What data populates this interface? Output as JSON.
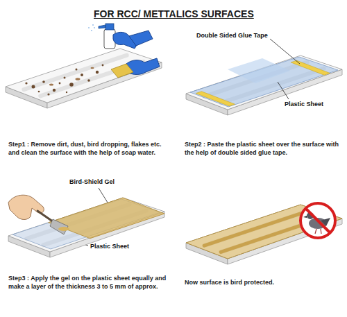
{
  "diagram": {
    "title": "FOR RCC/ METTALICS SURFACES",
    "labels": [
      "Step1 : Remove dirt, dust, bird dropping, flakes etc. and clean the surface with the help of soap water.",
      "Double Sided Glue Tape",
      "Plastic Sheet",
      "Step2 : Paste the plastic sheet over the surface with the help of double sided glue tape.",
      "Bird-Shield Gel",
      "Plastic Sheet",
      "Step3 : Apply the gel on the plastic sheet equally and make a layer of the thickness 3 to 5 mm of approx.",
      "Now surface is bird protected."
    ]
  }
}
